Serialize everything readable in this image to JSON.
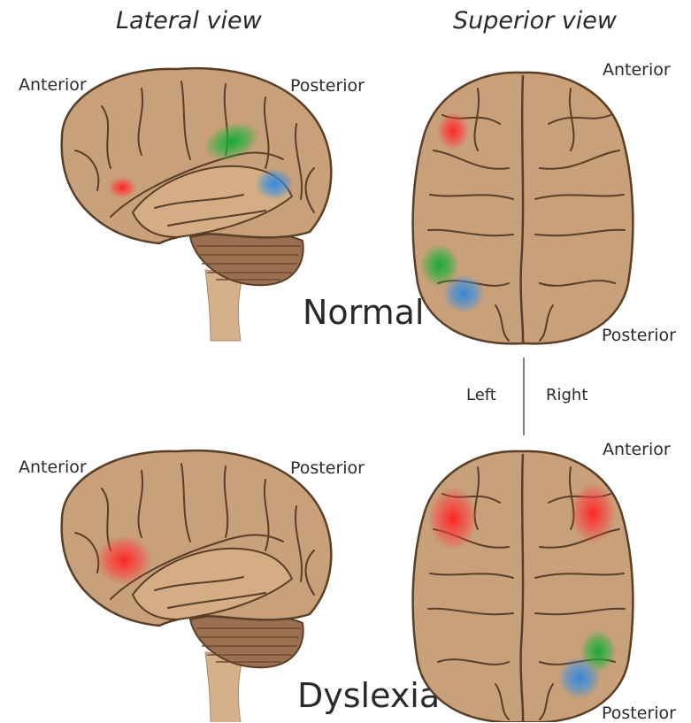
{
  "headers": {
    "lateral": "Lateral view",
    "superior": "Superior view"
  },
  "labels": {
    "anterior_lat_top": "Anterior",
    "posterior_lat_top": "Posterior",
    "anterior_sup_top": "Anterior",
    "posterior_sup_top": "Posterior",
    "anterior_lat_bottom": "Anterior",
    "posterior_lat_bottom": "Posterior",
    "anterior_sup_bottom": "Anterior",
    "posterior_sup_bottom": "Posterior",
    "left": "Left",
    "right": "Right"
  },
  "conditions": {
    "normal": "Normal",
    "dyslexia": "Dyslexia"
  },
  "colors": {
    "brain_fill": "#c8a07a",
    "brain_outline": "#5a3f28",
    "stem_fill": "#d6b08a",
    "cerebellum_fill": "#9a7050",
    "activation_red": "#ff2a2a",
    "activation_green": "#1fb33a",
    "activation_blue": "#3a8fe0",
    "divider": "#555555"
  }
}
